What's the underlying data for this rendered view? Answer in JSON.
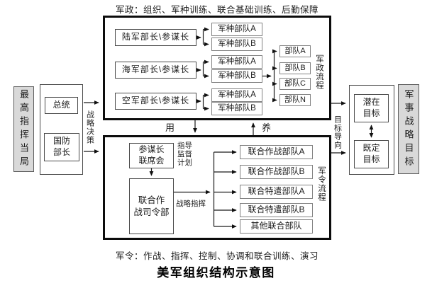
{
  "title": "美军组织结构示意图",
  "captions": {
    "top": "军政：组织、军种训练、联合基础训练、后勤保障",
    "bottom": "军令：作战、指挥、控制、协调和联合训练、演习"
  },
  "left": {
    "supreme_authority": "最高指挥当局",
    "president": "总统",
    "defense_secretary": "国防\n部长",
    "strategic_decision": "战略决策"
  },
  "flows": {
    "use": "用",
    "sustain": "养",
    "goal_orientation": "目标导向"
  },
  "admin": {
    "secretaries": [
      "陆军部长\\参谋长",
      "海军部长\\参谋长",
      "空军部长\\参谋长"
    ],
    "service_units": [
      "军种部队A",
      "军种部队B",
      "军种部队A",
      "军种部队B",
      "军种部队A",
      "军种部队B"
    ],
    "units": [
      "部队A",
      "部队B",
      "部队C",
      "部队N"
    ],
    "flow_label": "军政流程"
  },
  "command": {
    "jcs": "参谋长\n联席会",
    "jcs_note": "指导\n监督\n计划",
    "joint_hq": "联合作\n战司令部",
    "strategic_command": "战略指挥",
    "forces": [
      "联合作战部队A",
      "联合作战部队B",
      "联合特遣部队A",
      "联合特遣部队B",
      "其他联合部队"
    ],
    "flow_label": "军令流程"
  },
  "right": {
    "potential_goal": "潜在\n目标",
    "established_goal": "既定\n目标",
    "military_strategic_goal": "军事战略目标"
  },
  "colors": {
    "shaded_fill": "#d9d9d9",
    "line": "#1a1a1a"
  }
}
